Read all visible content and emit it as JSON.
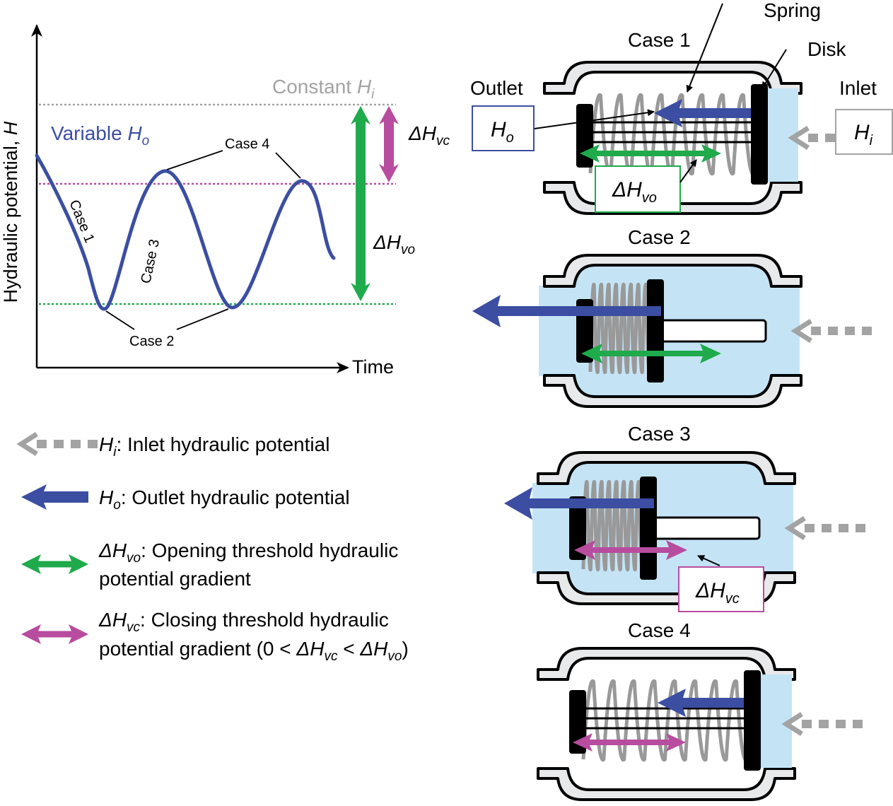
{
  "colors": {
    "blue": "#3b4ea2",
    "green": "#1faa4b",
    "magenta": "#b84c9f",
    "gray": "#a3a3a3",
    "water": "#c4e4f6",
    "wall": "#e8e9ea"
  },
  "graph": {
    "y_axis": {
      "label": "Hydraulic potential, ",
      "symbol": "H"
    },
    "x_axis": {
      "label": "Time"
    },
    "constant": {
      "label": "Constant ",
      "symbol": "H",
      "sub": "i"
    },
    "variable": {
      "label": "Variable ",
      "symbol": "H",
      "sub": "o"
    },
    "curve_labels": {
      "case1": "Case 1",
      "case2": "Case 2",
      "case3": "Case 3",
      "case4": "Case 4"
    },
    "dhvc": {
      "symbol": "ΔH",
      "sub": "vc"
    },
    "dhvo": {
      "symbol": "ΔH",
      "sub": "vo"
    }
  },
  "legend": [
    {
      "symbol": "H",
      "sub": "i",
      "text": ":   Inlet hydraulic potential",
      "icon": "gray-dashed-arrow-icon"
    },
    {
      "symbol": "H",
      "sub": "o",
      "text": ":  Outlet hydraulic potential",
      "icon": "blue-arrow-icon"
    },
    {
      "symbol": "ΔH",
      "sub": "vo",
      "text": ": Opening threshold hydraulic",
      "line2": "potential gradient",
      "icon": "green-double-arrow-icon"
    },
    {
      "symbol": "ΔH",
      "sub": "vc",
      "text": ": Closing threshold hydraulic",
      "line2a": "potential gradient (0 < ",
      "line2b": " < ",
      "line2c": ")",
      "icon": "magenta-double-arrow-icon"
    }
  ],
  "valves": {
    "case1_title": "Case 1",
    "case2_title": "Case 2",
    "case3_title": "Case 3",
    "case4_title": "Case 4",
    "spring_label": "Spring",
    "disk_label": "Disk",
    "outlet_label": "Outlet",
    "inlet_label": "Inlet",
    "ho_box": {
      "symbol": "H",
      "sub": "o"
    },
    "hi_box": {
      "symbol": "H",
      "sub": "i"
    },
    "dhvo_box": {
      "symbol": "ΔH",
      "sub": "vo"
    },
    "dhvc_box": {
      "symbol": "ΔH",
      "sub": "vc"
    }
  }
}
